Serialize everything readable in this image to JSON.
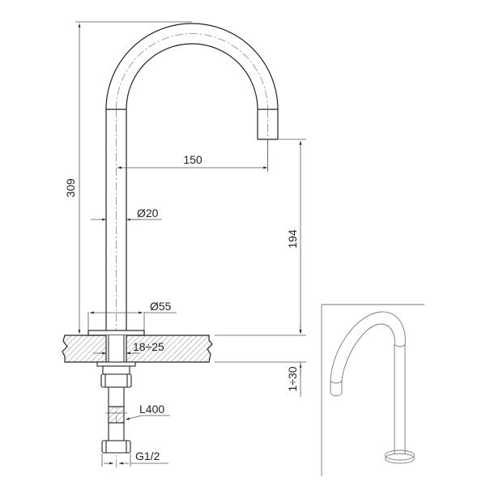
{
  "drawing": {
    "subject": "Deck-mounted swan-neck spout technical drawing",
    "dimensions": {
      "total_height": "309",
      "spout_reach": "150",
      "outlet_height": "194",
      "tube_diameter": "Ø20",
      "base_diameter": "Ø55",
      "mounting_hole": "18÷25",
      "deck_thickness": "1÷30",
      "hose_length": "L400",
      "connection_thread": "G1/2"
    },
    "colors": {
      "line": "#222222",
      "dim_line": "#555555",
      "hatch": "#888888",
      "iso_line": "#777777"
    }
  }
}
